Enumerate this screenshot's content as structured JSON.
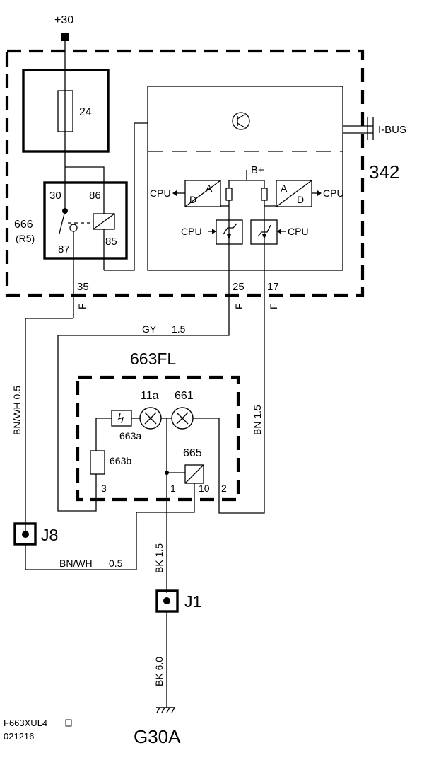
{
  "supply": {
    "label": "+30"
  },
  "fuse": {
    "number": "24"
  },
  "relay": {
    "name": "666",
    "sub": "(R5)",
    "pins": {
      "p30": "30",
      "p86": "86",
      "p87": "87",
      "p85": "85"
    }
  },
  "module": {
    "number": "342",
    "bus": "I-BUS",
    "supply": "B+",
    "converter_a": "A",
    "converter_d": "D",
    "cpu": "CPU"
  },
  "outputs": {
    "pin35": "35",
    "pin25": "25",
    "pin17": "17",
    "f": "F"
  },
  "wires": {
    "gy": "GY",
    "gy_size": "1.5",
    "bnwh_v": "BN/WH 0.5",
    "bnwh_h": "BN/WH",
    "bnwh_size": "0.5",
    "bn_v": "BN 1.5",
    "bk15": "BK 1.5",
    "bk60": "BK 6.0"
  },
  "lamp_unit": {
    "name": "663FL",
    "lamp_11a": "11a",
    "lamp_661": "661",
    "part_663a": "663a",
    "part_663b": "663b",
    "part_665": "665",
    "pins": {
      "p3": "3",
      "p1": "1",
      "p10": "10",
      "p2": "2"
    }
  },
  "connectors": {
    "j8": "J8",
    "j1": "J1"
  },
  "ground": "G30A",
  "footer": {
    "code": "F663XUL4",
    "date": "021216"
  },
  "colors": {
    "ink": "#000000",
    "paper": "#ffffff"
  }
}
